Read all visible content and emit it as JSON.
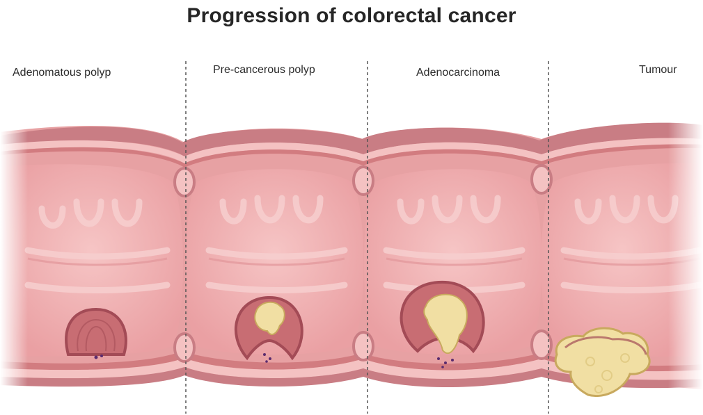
{
  "title": "Progression of colorectal cancer",
  "stages": [
    {
      "label": "Adenomatous polyp"
    },
    {
      "label": "Pre-cancerous polyp"
    },
    {
      "label": "Adenocarcinoma"
    },
    {
      "label": "Tumour"
    }
  ],
  "colors": {
    "serosa": "#b86a72",
    "serosa_top": "#c97d84",
    "wall": "#e7a1a3",
    "wall_light": "#f4c2c2",
    "stripe": "#d27c80",
    "lumen": "#f0b1b2",
    "fold": "#f7cfcf",
    "fold_shadow": "#e49a9d",
    "polyp": "#c86d73",
    "polyp_dark": "#a34b56",
    "tumor": "#f1dfa3",
    "tumor_edge": "#c8a95e",
    "cell_dot": "#5a2b6e",
    "divider": "#555555"
  }
}
